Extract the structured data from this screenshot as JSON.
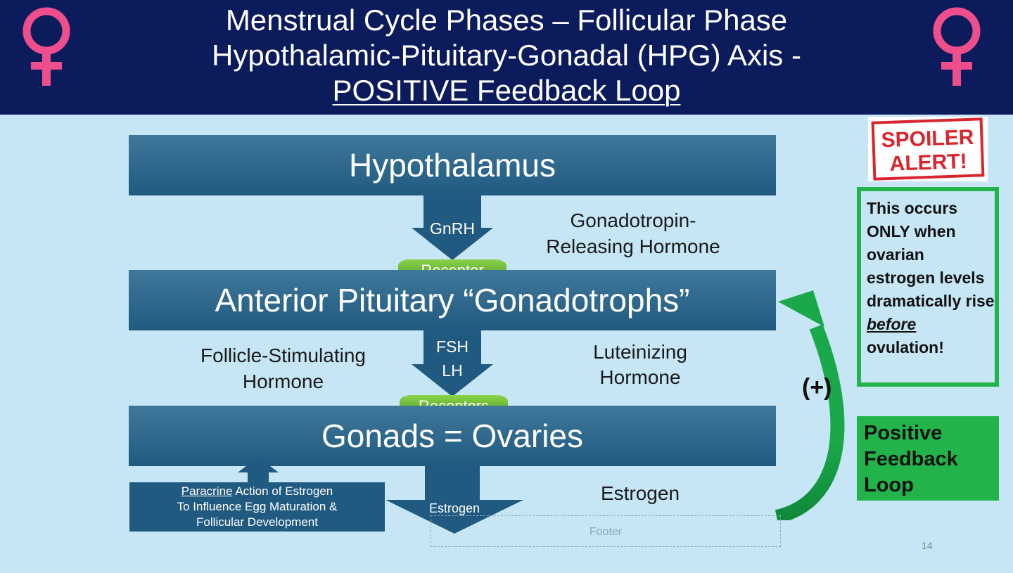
{
  "header": {
    "title_line1": "Menstrual Cycle Phases – Follicular Phase",
    "title_line2": "Hypothalamic-Pituitary-Gonadal (HPG) Axis -",
    "title_line3": "POSITIVE Feedback Loop",
    "venus_symbol_color": "#ee4f8c",
    "background_color": "#0c1b5c"
  },
  "diagram": {
    "hypothalamus": "Hypothalamus",
    "gnrh": "GnRH",
    "gnrh_full_line1": "Gonadotropin-",
    "gnrh_full_line2": "Releasing Hormone",
    "receptor": "Receptor",
    "anterior_pituitary": "Anterior Pituitary “Gonadotrophs”",
    "fsh": "FSH",
    "lh": "LH",
    "fsh_full_line1": "Follicle-Stimulating",
    "fsh_full_line2": "Hormone",
    "lh_full_line1": "Luteinizing",
    "lh_full_line2": "Hormone",
    "receptors": "Receptors",
    "gonads": "Gonads = Ovaries",
    "paracrine_word": "Paracrine",
    "paracrine_rest": " Action of Estrogen",
    "paracrine_line2": "To Influence Egg Maturation &",
    "paracrine_line3": "Follicular Development",
    "estrogen_arrow": "Estrogen",
    "estrogen_label": "Estrogen",
    "plus_sign": "(+)",
    "bar_color": "#215a80",
    "feedback_arrow_color": "#1aa84a"
  },
  "sidebar": {
    "spoiler_line1": "SPOILER",
    "spoiler_line2": "ALERT!",
    "note_part1": "This occurs ONLY when ovarian estrogen levels dramatically rise ",
    "note_em": "before",
    "note_part2": " ovulation!",
    "positive_line1": "Positive",
    "positive_line2": "Feedback",
    "positive_line3": "Loop",
    "green_color": "#22b34a",
    "spoiler_color": "#d8262e"
  },
  "footer": {
    "placeholder": "Footer",
    "page_number": "14"
  }
}
